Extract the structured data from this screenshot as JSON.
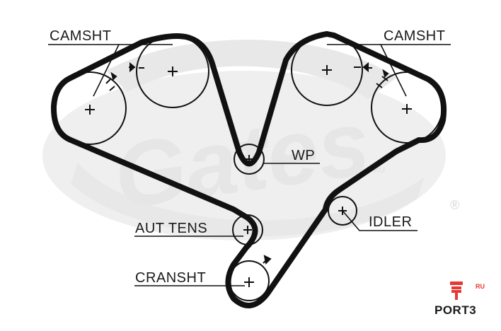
{
  "labels": {
    "camshaft_left": "CAMSHT",
    "camshaft_right": "CAMSHT",
    "water_pump": "WP",
    "idler": "IDLER",
    "auto_tensioner": "AUT TENS",
    "crankshaft": "CRANSHT"
  },
  "watermark": {
    "brand": "Gates",
    "registered": "®",
    "ru": "RU"
  },
  "logo": {
    "ru": "RU",
    "text": "PORT3"
  },
  "colors": {
    "belt": "#111111",
    "watermark": "#e6e6e6",
    "logo_accent": "#e53935"
  }
}
